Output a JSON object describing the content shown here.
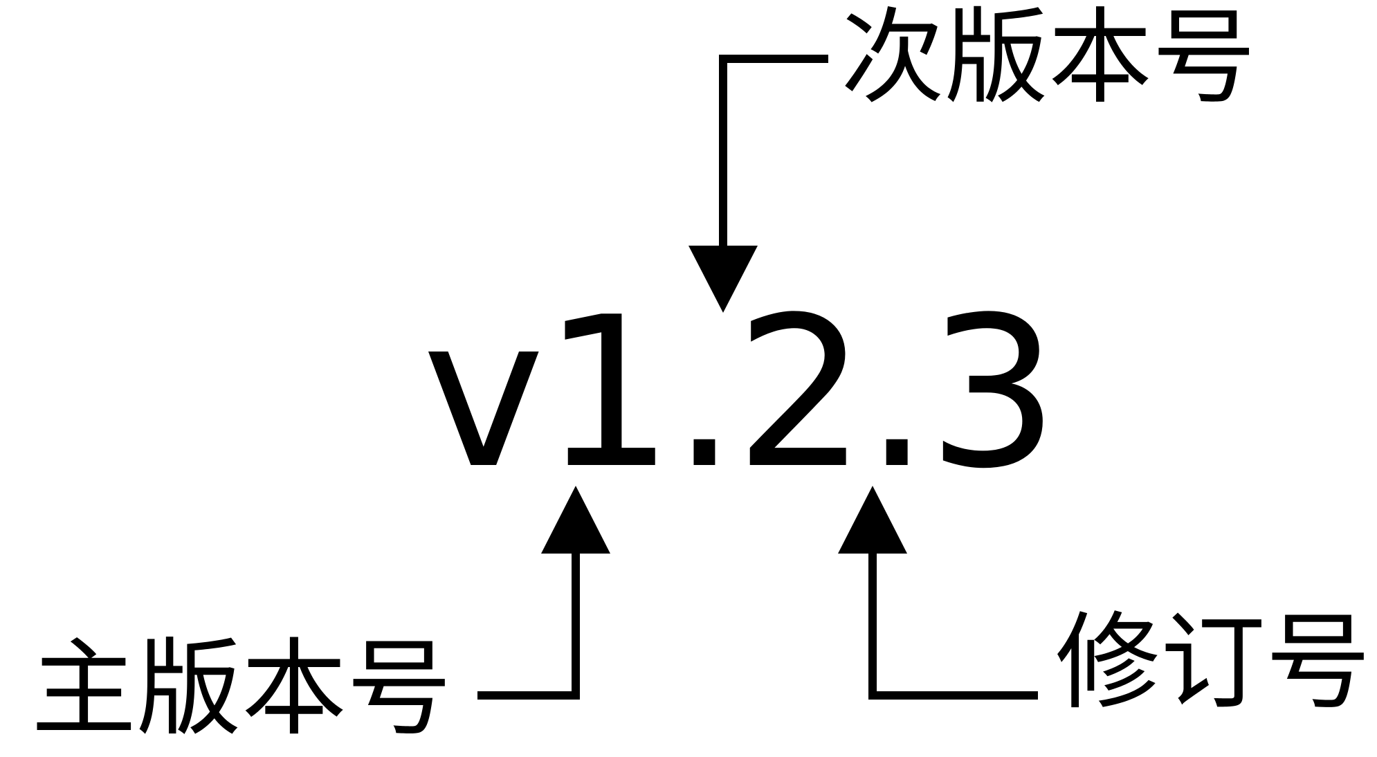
{
  "diagram": {
    "type": "annotated-version-string",
    "background_color": "#ffffff",
    "stroke_color": "#000000",
    "center": {
      "version_string": "v1.2.3",
      "segments": [
        {
          "key": "major",
          "value": "1"
        },
        {
          "key": "minor",
          "value": "2"
        },
        {
          "key": "patch",
          "value": "3"
        }
      ]
    },
    "annotations": [
      {
        "id": "minor",
        "label": "次版本号",
        "position": "top-right",
        "arrow_direction": "down",
        "points_to": "2"
      },
      {
        "id": "major",
        "label": "主版本号",
        "position": "bottom-left",
        "arrow_direction": "up",
        "points_to": "1"
      },
      {
        "id": "patch",
        "label": "修订号",
        "position": "bottom-right",
        "arrow_direction": "up",
        "points_to": "3"
      }
    ]
  }
}
